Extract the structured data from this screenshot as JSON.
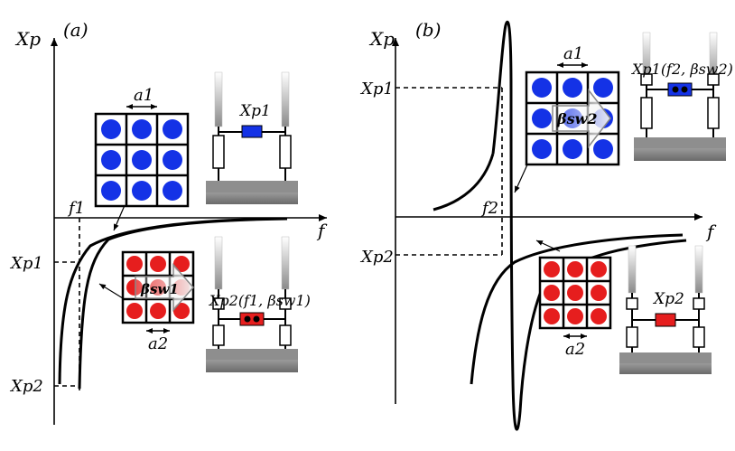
{
  "panel_a": {
    "label": "(a)",
    "y_axis_label": "Xp",
    "x_axis_label": "f",
    "freq_label": "f1",
    "ytick_upper": "Xp1",
    "ytick_lower": "Xp2",
    "lattice_top_label": "a1",
    "lattice_bottom_label": "a2",
    "switch_label": "βsw1",
    "circuit_top_label": "Xp1",
    "circuit_bottom_label": "Xp2(f1, βsw1)"
  },
  "panel_b": {
    "label": "(b)",
    "y_axis_label": "Xp",
    "x_axis_label": "f",
    "freq_label": "f2",
    "ytick_upper": "Xp1",
    "ytick_lower": "Xp2",
    "lattice_top_label": "a1",
    "lattice_bottom_label": "a2",
    "switch_label": "βsw2",
    "circuit_top_label": "Xp1(f2, βsw2)",
    "circuit_bottom_label": "Xp2"
  },
  "colors": {
    "blue_particle": "#1432e6",
    "red_particle": "#e61e1e",
    "stage": "#7a7a7a",
    "curve": "#000000"
  }
}
